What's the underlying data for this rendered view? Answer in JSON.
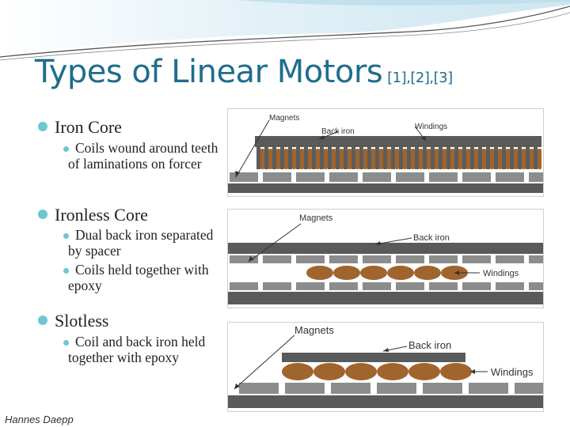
{
  "slide": {
    "title": "Types of Linear Motors",
    "title_refs": "[1],[2],[3]",
    "footer": "Hannes Daepp"
  },
  "bullets": [
    {
      "label": "Iron Core",
      "sub": [
        "Coils wound around teeth of laminations on forcer"
      ]
    },
    {
      "label": "Ironless Core",
      "sub": [
        "Dual back iron separated by spacer",
        "Coils held together with epoxy"
      ]
    },
    {
      "label": "Slotless",
      "sub": [
        "Coil and back iron held together with epoxy"
      ]
    }
  ],
  "figures": {
    "iron_core": {
      "magnets": "Magnets",
      "back_iron": "Back iron",
      "windings": "Windings"
    },
    "ironless": {
      "magnets": "Magnets",
      "back_iron": "Back iron",
      "windings": "Windings"
    },
    "slotless": {
      "magnets": "Magnets",
      "back_iron": "Back iron",
      "windings": "Windings"
    }
  },
  "colors": {
    "title": "#1f6d8c",
    "bullet": "#6fc6d3",
    "iron": "#5a5a5a",
    "magnet": "#8c8c8c",
    "winding": "#a0642d"
  }
}
